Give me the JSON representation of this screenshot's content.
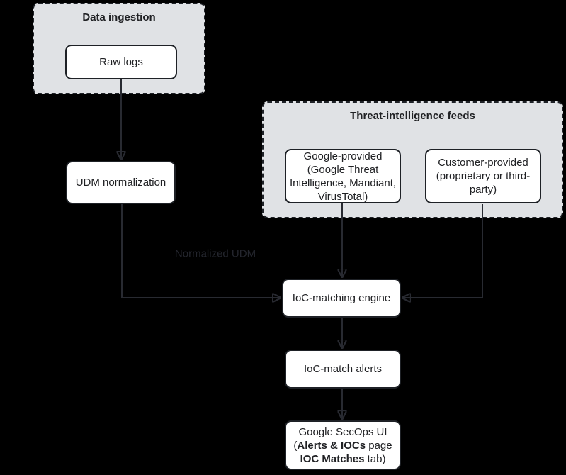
{
  "colors": {
    "background": "#000000",
    "group_fill": "#e0e2e5",
    "node_fill": "#ffffff",
    "node_stroke": "#1e2126",
    "arrow": "#282a31",
    "edge_label": "#24262e",
    "text": "#202124"
  },
  "groups": {
    "data_ingestion": {
      "title": "Data ingestion"
    },
    "threat_feeds": {
      "title": "Threat-intelligence feeds"
    }
  },
  "nodes": {
    "raw_logs": {
      "label": "Raw logs"
    },
    "udm_normalization": {
      "label": "UDM normalization"
    },
    "google_provided": {
      "lines": [
        "Google-provided",
        "(Google Threat",
        "Intelligence, Mandiant,",
        "VirusTotal)"
      ]
    },
    "customer_provided": {
      "lines": [
        "Customer-provided",
        "(proprietary or third-",
        "party)"
      ]
    },
    "ioc_matching_engine": {
      "label": "IoC-matching engine"
    },
    "ioc_match_alerts": {
      "label": "IoC-match alerts"
    },
    "google_secops_ui": {
      "line1": "Google SecOps UI",
      "line2_prefix": "(",
      "line2_bold": "Alerts & IOCs",
      "line2_suffix": " page",
      "line3_bold": "IOC Matches",
      "line3_suffix": " tab)"
    }
  },
  "edge_labels": {
    "normalized_udm": "Normalized UDM"
  },
  "edges": [
    {
      "from": "raw_logs",
      "to": "udm_normalization",
      "label": ""
    },
    {
      "from": "udm_normalization",
      "to": "ioc_matching_engine",
      "label": "Normalized UDM"
    },
    {
      "from": "google_provided",
      "to": "ioc_matching_engine",
      "label": ""
    },
    {
      "from": "customer_provided",
      "to": "ioc_matching_engine",
      "label": ""
    },
    {
      "from": "ioc_matching_engine",
      "to": "ioc_match_alerts",
      "label": ""
    },
    {
      "from": "ioc_match_alerts",
      "to": "google_secops_ui",
      "label": ""
    }
  ]
}
